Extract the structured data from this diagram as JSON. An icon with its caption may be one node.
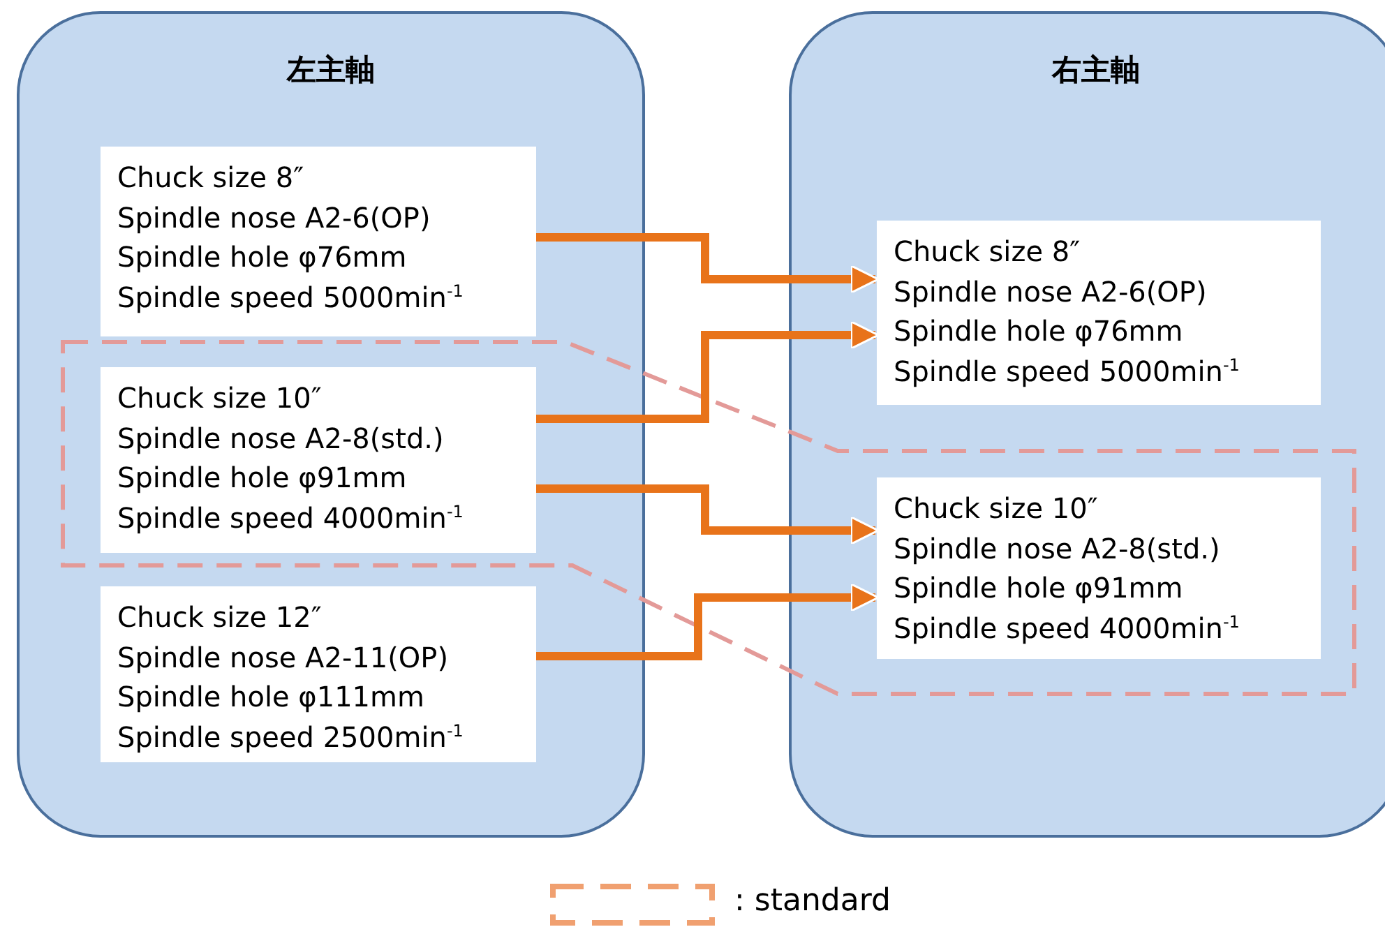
{
  "diagram": {
    "nodes": [
      {
        "text": [
          "左主軸"
        ]
      },
      {
        "text": [
          "Chuck size 8″",
          "Spindle nose A2-6(OP)",
          "Spindle hole φ76mm",
          "Spindle speed 5000min$^{-1}$"
        ],
        "in": 0
      },
      {
        "text": [
          "Chuck size 10″",
          "Spindle nose A2-8(std.)",
          "Spindle hole φ91mm",
          "Spindle speed 4000min$^{-1}$"
        ],
        "in": 0
      },
      {
        "text": [
          "Chuck size 12″",
          "Spindle nose A2-11(OP)",
          "Spindle hole φ111mm",
          "Spindle speed 2500min$^{-1}$"
        ],
        "in": 0
      },
      {
        "text": [
          "右主軸"
        ]
      },
      {
        "text": [
          "Chuck size 8″",
          "Spindle nose A2-6(OP)",
          "Spindle hole φ76mm",
          "Spindle speed 5000min$^{-1}$"
        ],
        "in": 4
      },
      {
        "text": [
          "Chuck size 10″",
          "Spindle nose A2-8(std.)",
          "Spindle hole φ91mm",
          "Spindle speed 4000min$^{-1}$"
        ],
        "in": 4
      }
    ],
    "edges": [
      {
        "from": 1,
        "to": 5,
        "arrow": "to"
      },
      {
        "from": 2,
        "to": 5,
        "arrow": "to"
      },
      {
        "from": 2,
        "to": 6,
        "arrow": "to"
      },
      {
        "from": 3,
        "to": 6,
        "arrow": "to"
      }
    ],
    "legend": [
      {
        "text": ": standard"
      }
    ]
  }
}
